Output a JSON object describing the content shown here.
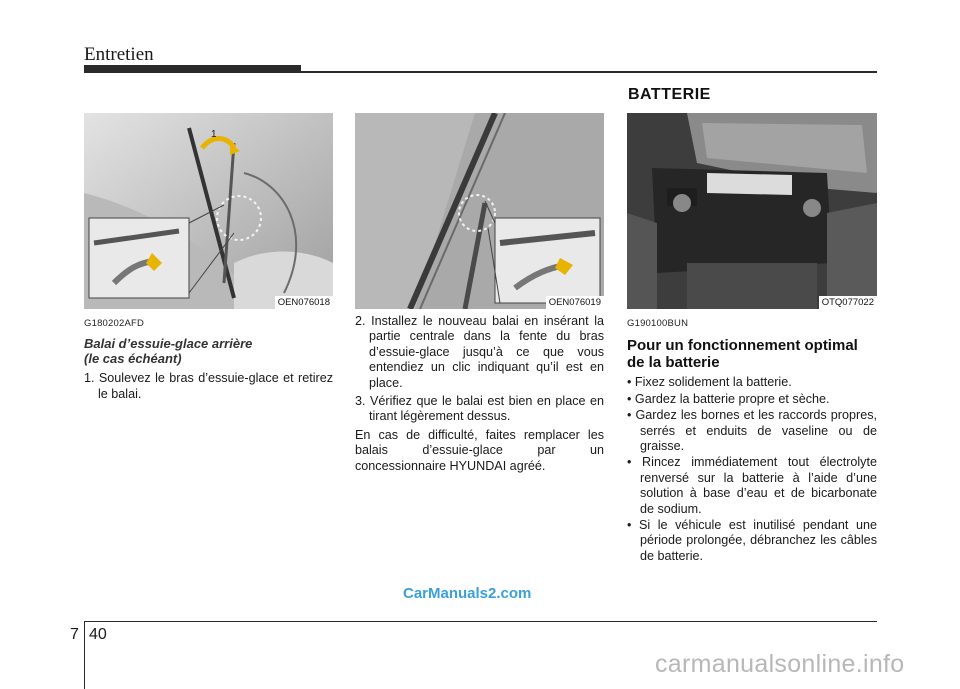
{
  "header": {
    "section": "Entretien"
  },
  "battery_title": "BATTERIE",
  "figures": [
    {
      "code": "OEN076018",
      "callout": "1"
    },
    {
      "code": "OEN076019"
    },
    {
      "code": "OTQ077022"
    }
  ],
  "col1": {
    "code": "G180202AFD",
    "subtitle_line1": "Balai d’essuie-glace arrière",
    "subtitle_line2": "(le cas échéant)",
    "step1": "1. Soulevez le bras d’essuie-glace et retirez le balai."
  },
  "col2": {
    "step2": "2. Installez le nouveau balai en insérant la partie centrale dans la fente du bras d’essuie-glace jusqu’à ce que vous entendiez un clic indiquant qu’il est en place.",
    "step3": "3. Vérifiez que le balai est bien en place en tirant légèrement dessus.",
    "note": "En cas de difficulté, faites remplacer les balais d’essuie-glace par un concessionnaire HYUNDAI agréé."
  },
  "col3": {
    "code": "G190100BUN",
    "title_line1": "Pour un fonctionnement optimal",
    "title_line2": "de la batterie",
    "bullets": [
      "• Fixez solidement la batterie.",
      "• Gardez la batterie propre et sèche.",
      "• Gardez les bornes et les raccords propres, serrés et enduits de vaseline ou de graisse.",
      "• Rincez immédiatement tout électrolyte renversé sur la batterie à l’aide d’une solution à base d’eau et de bicarbonate de sodium.",
      "• Si le véhicule est inutilisé pendant une période prolongée, débranchez les câbles de batterie."
    ]
  },
  "footer": {
    "chapter": "7",
    "page": "40"
  },
  "watermarks": {
    "carmanuals": "CarManuals2.com",
    "site": "carmanualsonline.info"
  }
}
